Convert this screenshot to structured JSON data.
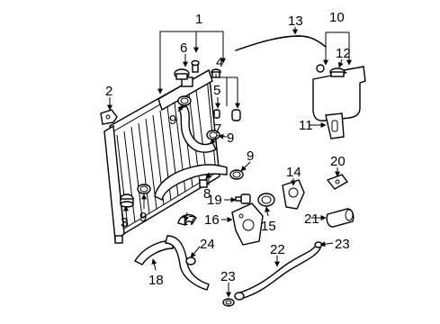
{
  "callouts": {
    "c1": "1",
    "c2": "2",
    "c3": "3",
    "c4": "4",
    "c5": "5",
    "c6": "6",
    "c7": "7",
    "c8": "8",
    "c9a": "9",
    "c9b": "9",
    "c9c": "9",
    "c9d": "9",
    "c10": "10",
    "c11": "11",
    "c12": "12",
    "c13": "13",
    "c14": "14",
    "c15": "15",
    "c16": "16",
    "c17": "17",
    "c18": "18",
    "c19": "19",
    "c20": "20",
    "c21": "21",
    "c22": "22",
    "c23a": "23",
    "c23b": "23",
    "c24": "24"
  }
}
